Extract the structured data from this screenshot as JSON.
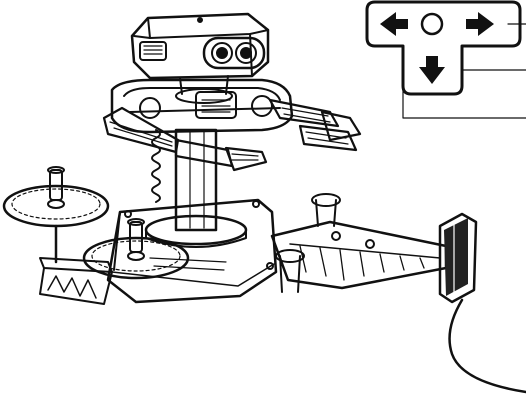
{
  "image": {
    "subject": "robot-with-gyro-base-and-controller-cable",
    "style": "black line art on white",
    "colors": {
      "ink": "#111111",
      "paper": "#ffffff",
      "shade": "#222222"
    }
  },
  "dpad": {
    "buttons": [
      {
        "name": "left-arrow-icon",
        "glyph": "arrow-left"
      },
      {
        "name": "center-circle-icon",
        "glyph": "circle"
      },
      {
        "name": "right-arrow-icon",
        "glyph": "arrow-right"
      },
      {
        "name": "down-arrow-icon",
        "glyph": "arrow-down"
      }
    ]
  }
}
